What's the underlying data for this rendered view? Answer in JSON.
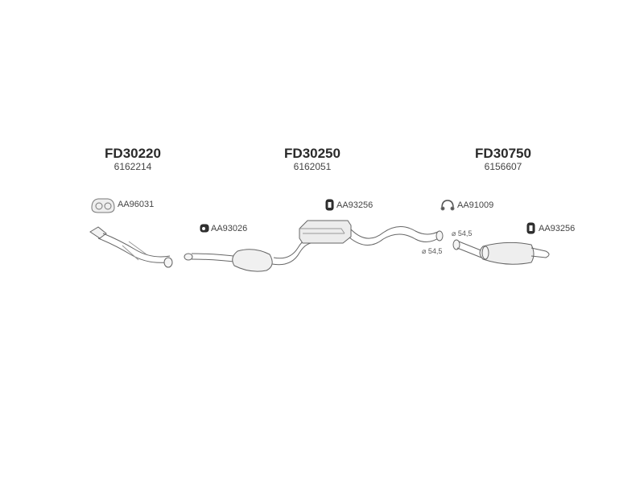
{
  "groups": [
    {
      "code": "FD30220",
      "oe": "6162214"
    },
    {
      "code": "FD30250",
      "oe": "6162051"
    },
    {
      "code": "FD30750",
      "oe": "6156607"
    }
  ],
  "parts": [
    {
      "number": "AA96031",
      "icon": "gasket-icon"
    },
    {
      "number": "AA93026",
      "icon": "rubber-mount-icon"
    },
    {
      "number": "AA93256",
      "icon": "hanger-icon"
    },
    {
      "number": "AA91009",
      "icon": "clamp-icon"
    },
    {
      "number": "AA93256",
      "icon": "hanger-icon"
    }
  ],
  "diameters": [
    "⌀ 54,5",
    "⌀ 54,5"
  ]
}
